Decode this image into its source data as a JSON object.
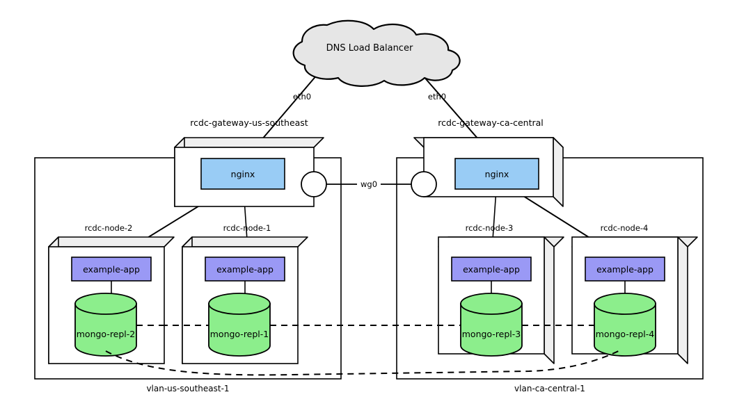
{
  "diagram": {
    "title_cloud": "DNS Load Balancer",
    "cloud": {
      "label": "DNS Load Balancer",
      "fill": "#e6e6e6",
      "stroke": "#000000"
    },
    "colors": {
      "nginx_fill": "#99ccf5",
      "app_fill": "#9a99f5",
      "db_fill": "#8cee8c",
      "box_face": "#ffffff",
      "box_shade": "#efefef",
      "cloud_fill": "#e6e6e6",
      "stroke": "#000000"
    },
    "edges": {
      "eth0_left": "eth0",
      "eth0_right": "eth0",
      "wg0": "wg0"
    },
    "gateways": [
      {
        "id": "gw-left",
        "label": "rcdc-gateway-us-southeast",
        "service": "nginx",
        "side": "left"
      },
      {
        "id": "gw-right",
        "label": "rcdc-gateway-ca-central",
        "service": "nginx",
        "side": "right"
      }
    ],
    "vlans": [
      {
        "id": "vlan-left",
        "label": "vlan-us-southeast-1"
      },
      {
        "id": "vlan-right",
        "label": "vlan-ca-central-1"
      }
    ],
    "nodes": [
      {
        "id": "node-2",
        "label": "rcdc-node-2",
        "app": "example-app",
        "db": "mongo-repl-2",
        "side": "left"
      },
      {
        "id": "node-1",
        "label": "rcdc-node-1",
        "app": "example-app",
        "db": "mongo-repl-1",
        "side": "left"
      },
      {
        "id": "node-3",
        "label": "rcdc-node-3",
        "app": "example-app",
        "db": "mongo-repl-3",
        "side": "right"
      },
      {
        "id": "node-4",
        "label": "rcdc-node-4",
        "app": "example-app",
        "db": "mongo-repl-4",
        "side": "right"
      }
    ]
  }
}
